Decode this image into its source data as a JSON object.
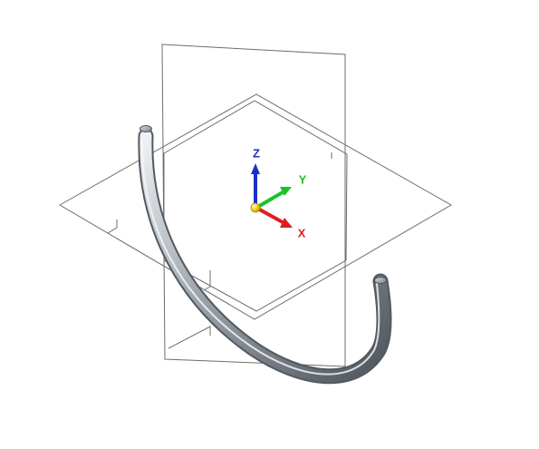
{
  "viewport": {
    "background": "#ffffff"
  },
  "scene": {
    "line_color": "#6d6d6d",
    "pipe_color": "#7f858b",
    "pipe_highlight": "#f3f5f7",
    "pipe_shadow": "#4f555c",
    "origin_color": "#f2d21b"
  },
  "triad": {
    "z": {
      "label": "Z",
      "color": "#1b30c9"
    },
    "y": {
      "label": "Y",
      "color": "#19c22a"
    },
    "x": {
      "label": "X",
      "color": "#dd1f1f"
    }
  }
}
